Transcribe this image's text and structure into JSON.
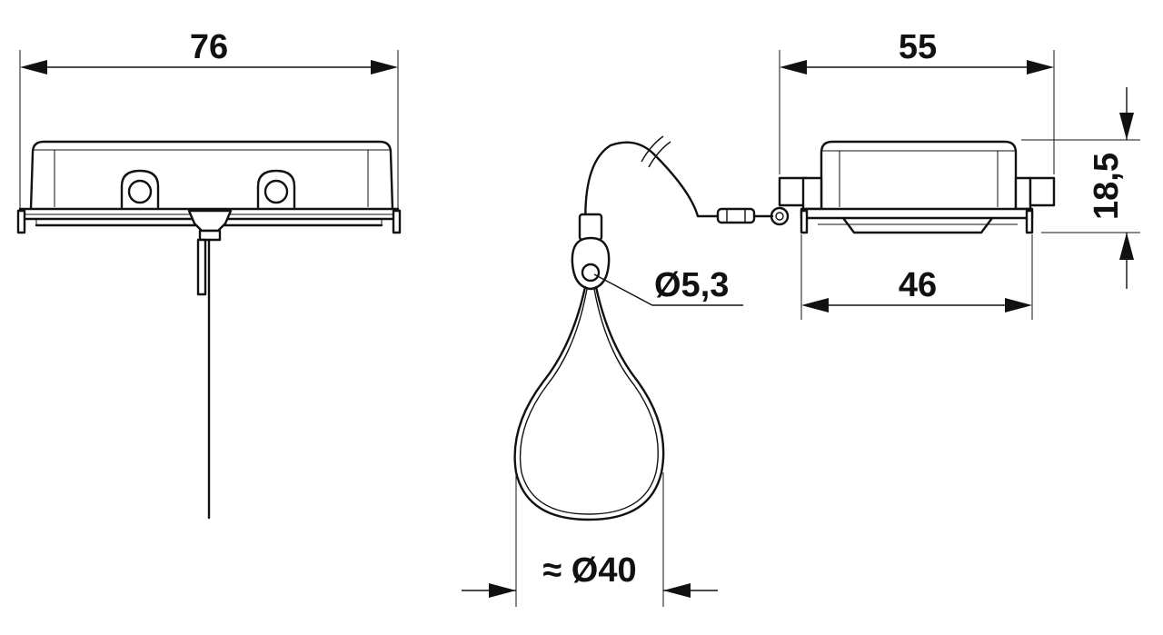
{
  "dimensions": {
    "overall_length": "76",
    "cap_length": "55",
    "cap_height": "18,5",
    "base_length": "46",
    "eyelet_diameter": "Ø5,3",
    "loop_diameter": "≈ Ø40"
  }
}
